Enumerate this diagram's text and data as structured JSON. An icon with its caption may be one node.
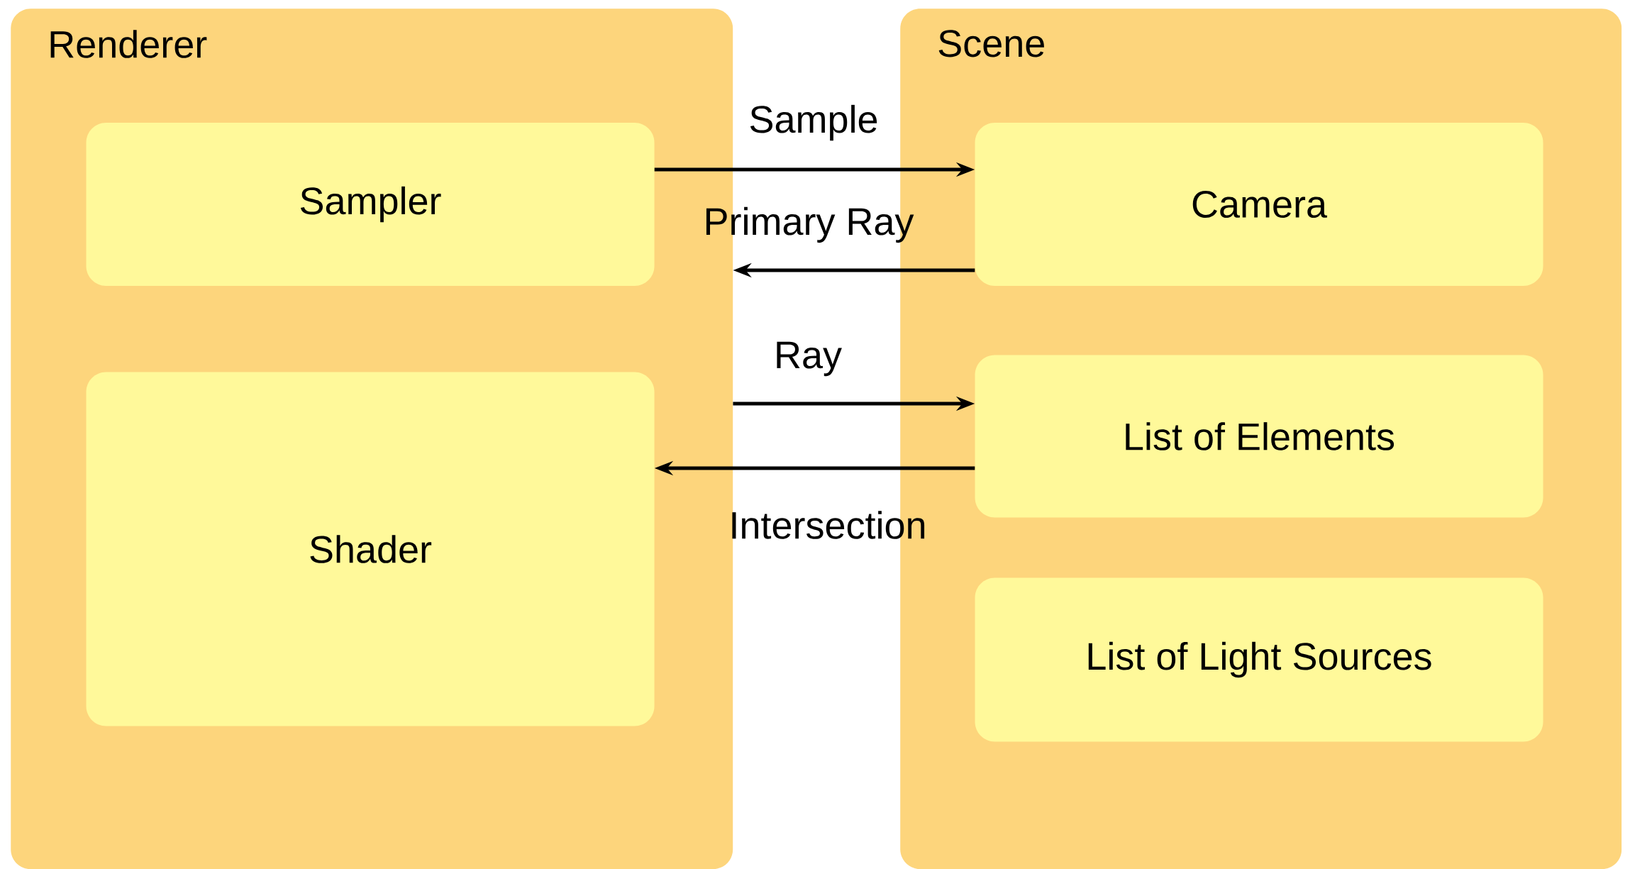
{
  "diagram": {
    "nodes": [
      {
        "text": [
          "Renderer"
        ]
      },
      {
        "text": [
          "Sampler"
        ],
        "in": 0
      },
      {
        "text": [
          "Shader"
        ],
        "in": 0
      },
      {
        "text": [
          "Scene"
        ]
      },
      {
        "text": [
          "Camera"
        ],
        "in": 3
      },
      {
        "text": [
          "List of Elements"
        ],
        "in": 3
      },
      {
        "text": [
          "List of Light Sources"
        ],
        "in": 3
      }
    ],
    "edges": [
      {
        "from": 1,
        "to": 4,
        "arrow": "to",
        "label": "Sample"
      },
      {
        "from": 4,
        "to": 0,
        "arrow": "to",
        "label": "Primary Ray"
      },
      {
        "from": 0,
        "to": 5,
        "arrow": "to",
        "label": "Ray"
      },
      {
        "from": 5,
        "to": 2,
        "arrow": "to",
        "label": "Intersection"
      }
    ]
  }
}
